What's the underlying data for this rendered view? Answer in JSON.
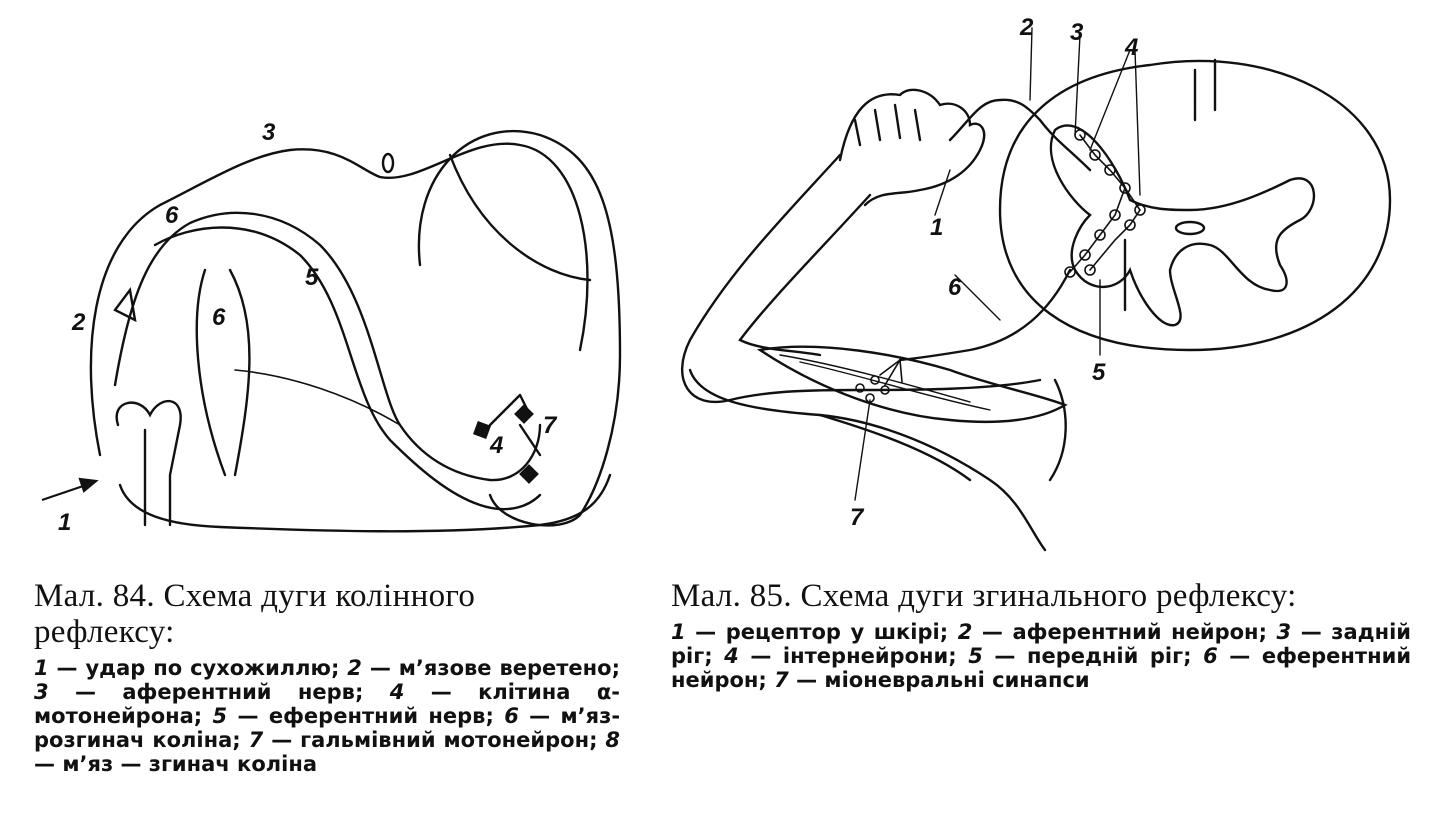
{
  "figures": [
    {
      "id": "fig84",
      "caption_title_prefix": "Мал. 84.",
      "caption_title": "Схема дуги колінного рефлексу:",
      "labels": [
        "1",
        "2",
        "3",
        "4",
        "5",
        "6",
        "6",
        "7"
      ],
      "legend": [
        {
          "n": "1",
          "text": "удар по сухожиллю;"
        },
        {
          "n": "2",
          "text": "м’язове веретено;"
        },
        {
          "n": "3",
          "text": "аферентний нерв;"
        },
        {
          "n": "4",
          "text": "клітина α-мотонейрона;"
        },
        {
          "n": "5",
          "text": "еферентний нерв;"
        },
        {
          "n": "6",
          "text": "м’яз-розгинач коліна;"
        },
        {
          "n": "7",
          "text": "гальмівний мотонейрон;"
        },
        {
          "n": "8",
          "text": "м’яз — згинач коліна"
        }
      ]
    },
    {
      "id": "fig85",
      "caption_title_prefix": "Мал. 85.",
      "caption_title": "Схема дуги згинального рефлексу:",
      "labels": [
        "1",
        "2",
        "3",
        "4",
        "5",
        "6",
        "7"
      ],
      "legend": [
        {
          "n": "1",
          "text": "рецептор у шкірі;"
        },
        {
          "n": "2",
          "text": "аферентний нейрон;"
        },
        {
          "n": "3",
          "text": "задній ріг;"
        },
        {
          "n": "4",
          "text": "інтернейрони;"
        },
        {
          "n": "5",
          "text": "передній ріг;"
        },
        {
          "n": "6",
          "text": "еферентний нейрон;"
        },
        {
          "n": "7",
          "text": "міоневральні синапси"
        }
      ]
    }
  ]
}
